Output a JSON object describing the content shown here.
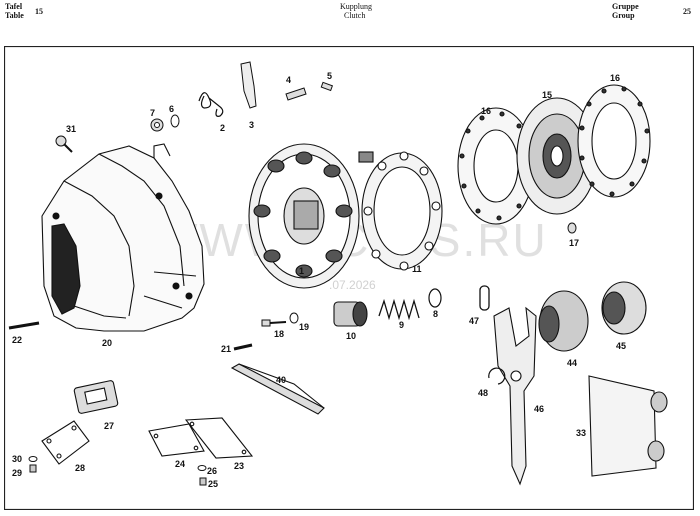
{
  "header": {
    "tafel_de": "Tafel",
    "tafel_en": "Table",
    "table_number": "15",
    "title_de": "Kupplung",
    "title_en": "Clutch",
    "gruppe_de": "Gruppe",
    "gruppe_en": "Group",
    "group_number": "25"
  },
  "watermark": {
    "text": "WWW.ECATS.RU",
    "date": ".07.2026"
  },
  "parts": {
    "p1": "1",
    "p2": "2",
    "p3": "3",
    "p4": "4",
    "p5": "5",
    "p6": "6",
    "p7": "7",
    "p8": "8",
    "p9": "9",
    "p10": "10",
    "p11": "11",
    "p15": "15",
    "p16a": "16",
    "p16b": "16",
    "p17": "17",
    "p18": "18",
    "p19": "19",
    "p20": "20",
    "p21": "21",
    "p22": "22",
    "p23": "23",
    "p24": "24",
    "p25": "25",
    "p26": "26",
    "p27": "27",
    "p28": "28",
    "p29": "29",
    "p30": "30",
    "p31": "31",
    "p33": "33",
    "p40": "40",
    "p44": "44",
    "p45": "45",
    "p46": "46",
    "p47": "47",
    "p48": "48"
  }
}
